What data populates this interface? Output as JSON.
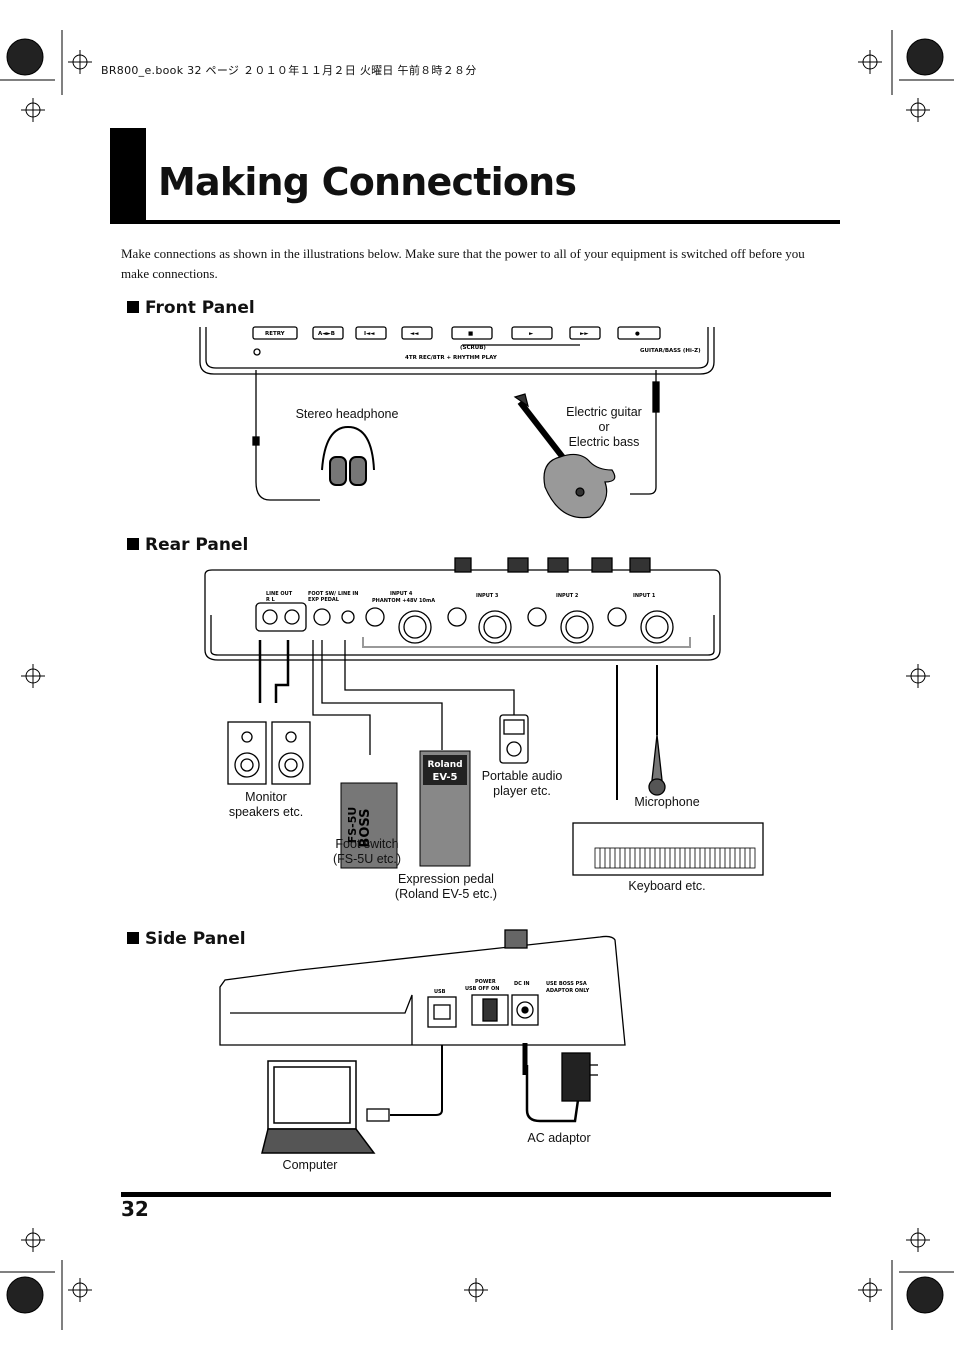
{
  "header": {
    "book_line": "BR800_e.book  32 ページ  ２０１０年１１月２日  火曜日  午前８時２８分"
  },
  "title": "Making Connections",
  "intro": "Make connections as shown in the illustrations below. Make sure that the power to all of your equipment is switched off before you make connections.",
  "sections": {
    "front": {
      "heading": "Front Panel",
      "panel": {
        "buttons": [
          "RETRY",
          "A◄►B",
          "I◄◄",
          "◄◄",
          "■",
          "►",
          "►►",
          "●"
        ],
        "scrub": "(SCRUB)",
        "mode": "4TR REC/8TR + RHYTHM PLAY",
        "guitar_jack": "GUITAR/BASS (Hi-Z)"
      },
      "labels": {
        "headphone": "Stereo headphone",
        "guitar": [
          "Electric guitar",
          "or",
          "Electric bass"
        ]
      }
    },
    "rear": {
      "heading": "Rear Panel",
      "panel": {
        "line_out": "LINE OUT",
        "line_out_rl": "R     L",
        "foot_sw": [
          "FOOT SW/",
          "EXP PEDAL"
        ],
        "line_in": "LINE IN",
        "input4": "INPUT 4",
        "phantom": "PHANTOM +48V 10mA",
        "input3": "INPUT 3",
        "input2": "INPUT 2",
        "input1": "INPUT 1"
      },
      "labels": {
        "monitor": [
          "Monitor",
          "speakers etc."
        ],
        "footswitch": [
          "Foot switch",
          "(FS-5U etc.)"
        ],
        "expression": [
          "Expression pedal",
          "(Roland EV-5 etc.)"
        ],
        "portable": [
          "Portable audio",
          "player etc."
        ],
        "microphone": "Microphone",
        "keyboard": "Keyboard etc."
      },
      "fs5u_brand": "BOSS",
      "fs5u_model": "FS-5U",
      "ev5_brand": "Roland",
      "ev5_model": "EV-5"
    },
    "side": {
      "heading": "Side Panel",
      "panel": {
        "usb": "USB",
        "power": "POWER",
        "power_pos": "USB  OFF  ON",
        "dc_in": "DC IN",
        "adaptor_note": [
          "USE BOSS PSA",
          "ADAPTOR ONLY"
        ]
      },
      "labels": {
        "computer": "Computer",
        "ac": "AC adaptor"
      }
    }
  },
  "page_number": "32"
}
